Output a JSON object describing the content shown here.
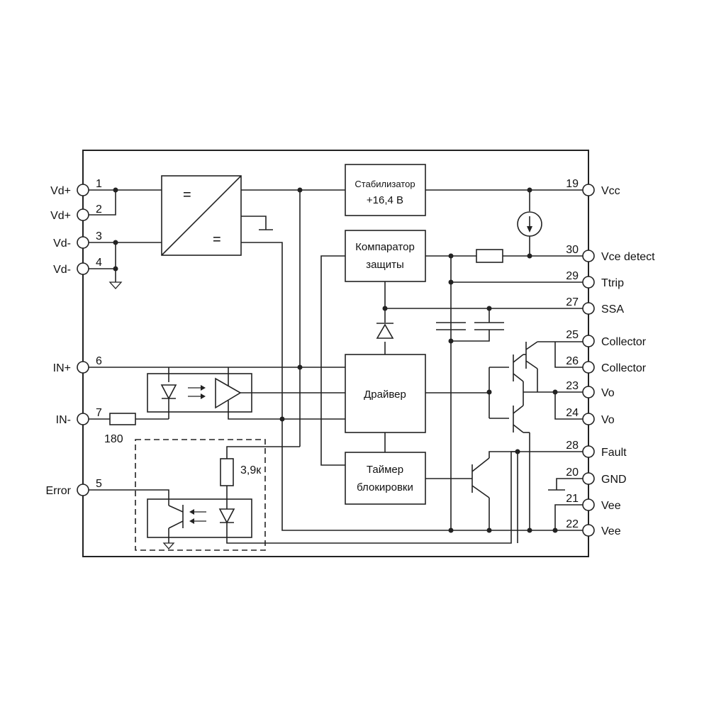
{
  "pins_left": [
    {
      "name": "Vd+",
      "num": "1"
    },
    {
      "name": "Vd+",
      "num": "2"
    },
    {
      "name": "Vd-",
      "num": "3"
    },
    {
      "name": "Vd-",
      "num": "4"
    },
    {
      "name": "IN+",
      "num": "6"
    },
    {
      "name": "IN-",
      "num": "7"
    },
    {
      "name": "Error",
      "num": "5"
    }
  ],
  "pins_right": [
    {
      "name": "Vcc",
      "num": "19"
    },
    {
      "name": "Vce detect",
      "num": "30"
    },
    {
      "name": "Ttrip",
      "num": "29"
    },
    {
      "name": "SSA",
      "num": "27"
    },
    {
      "name": "Collector",
      "num": "25"
    },
    {
      "name": "Collector",
      "num": "26"
    },
    {
      "name": "Vo",
      "num": "23"
    },
    {
      "name": "Vo",
      "num": "24"
    },
    {
      "name": "Fault",
      "num": "28"
    },
    {
      "name": "GND",
      "num": "20"
    },
    {
      "name": "Vee",
      "num": "21"
    },
    {
      "name": "Vee",
      "num": "22"
    }
  ],
  "blocks": {
    "stabilizer": {
      "line1": "Стабилизатор",
      "line2": "+16,4 В"
    },
    "comparator": {
      "line1": "Компаратор",
      "line2": "защиты"
    },
    "driver": {
      "line1": "Драйвер"
    },
    "timer": {
      "line1": "Таймер",
      "line2": "блокировки"
    },
    "converter": {
      "top_symbol": "=",
      "bottom_symbol": "="
    }
  },
  "components": {
    "r_in": "180",
    "r_err": "3,9к"
  }
}
